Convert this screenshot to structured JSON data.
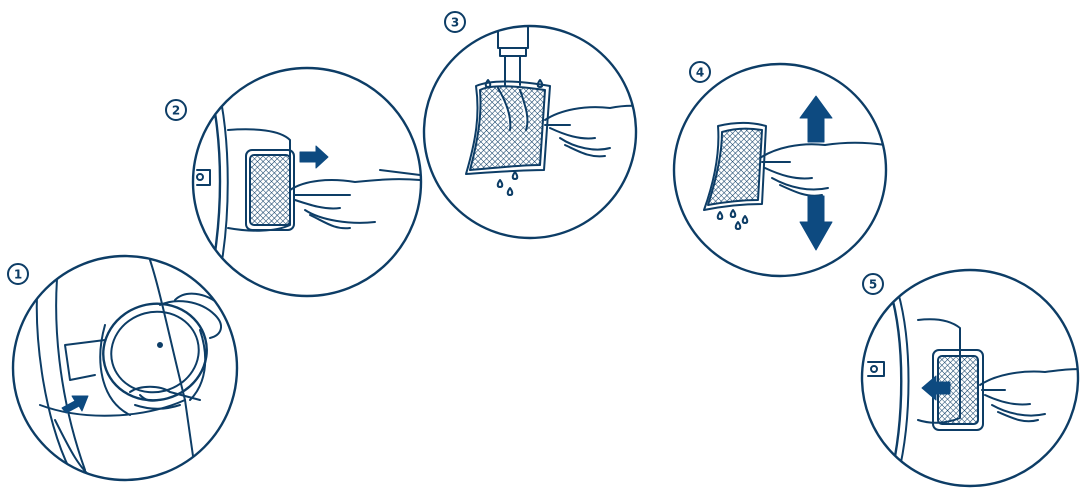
{
  "colors": {
    "line": "#0d3d66",
    "accent": "#0d4a80",
    "background": "#ffffff"
  },
  "steps": [
    {
      "number": "1",
      "scene": "basket-removal",
      "arrow": "up-right"
    },
    {
      "number": "2",
      "scene": "filter-pull-out",
      "arrow": "right"
    },
    {
      "number": "3",
      "scene": "filter-rinse-under-tap",
      "arrow": ""
    },
    {
      "number": "4",
      "scene": "filter-shake-dry",
      "arrow": "up-down"
    },
    {
      "number": "5",
      "scene": "filter-insert-back",
      "arrow": "left"
    }
  ],
  "icons": [
    "arrow-icon",
    "water-drop-icon",
    "hand-icon",
    "mesh-filter-icon",
    "faucet-icon"
  ]
}
